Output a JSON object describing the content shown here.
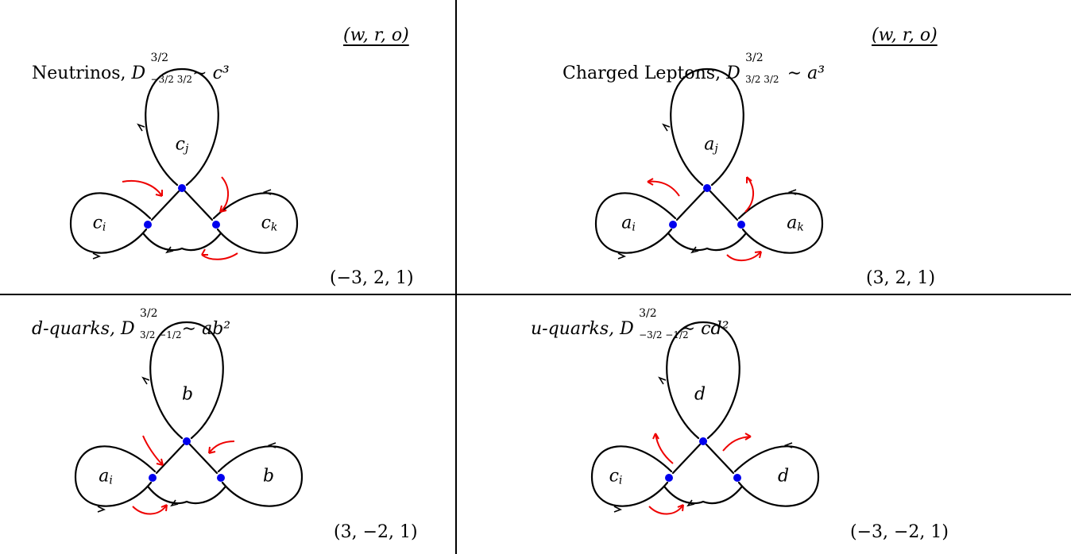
{
  "header_label": "(w, r, o)",
  "panels": [
    {
      "title_prefix": "Neutrinos,",
      "D_label": "D",
      "D_sup": "3/2",
      "D_sub": "−3/2 3/2",
      "title_rhs": "∼ c³",
      "loop_top": "c",
      "loop_top_sub": "j",
      "loop_left": "c",
      "loop_left_sub": "i",
      "loop_right": "c",
      "loop_right_sub": "k",
      "quantum_numbers": "(−3, 2, 1)",
      "colors": {
        "strand": "#000000",
        "crossing": "#0000ee",
        "twist_arrow": "#ee0000"
      }
    },
    {
      "title_prefix": "Charged Leptons,",
      "D_label": "D",
      "D_sup": "3/2",
      "D_sub": "3/2 3/2",
      "title_rhs": "∼ a³",
      "loop_top": "a",
      "loop_top_sub": "j",
      "loop_left": "a",
      "loop_left_sub": "i",
      "loop_right": "a",
      "loop_right_sub": "k",
      "quantum_numbers": "(3, 2, 1)",
      "colors": {
        "strand": "#000000",
        "crossing": "#0000ee",
        "twist_arrow": "#ee0000"
      }
    },
    {
      "title_prefix": "d-quarks,",
      "D_label": "D",
      "D_sup": "3/2",
      "D_sub": "3/2 −1/2",
      "title_rhs": "∼ ab²",
      "loop_top": "b",
      "loop_top_sub": "",
      "loop_left": "a",
      "loop_left_sub": "i",
      "loop_right": "b",
      "loop_right_sub": "",
      "quantum_numbers": "(3, −2, 1)",
      "colors": {
        "strand": "#000000",
        "crossing": "#0000ee",
        "twist_arrow": "#ee0000"
      }
    },
    {
      "title_prefix": "u-quarks,",
      "D_label": "D",
      "D_sup": "3/2",
      "D_sub": "−3/2 −1/2",
      "title_rhs": "∼ cd²",
      "loop_top": "d",
      "loop_top_sub": "",
      "loop_left": "c",
      "loop_left_sub": "i",
      "loop_right": "d",
      "loop_right_sub": "",
      "quantum_numbers": "(−3, −2, 1)",
      "colors": {
        "strand": "#000000",
        "crossing": "#0000ee",
        "twist_arrow": "#ee0000"
      }
    }
  ]
}
